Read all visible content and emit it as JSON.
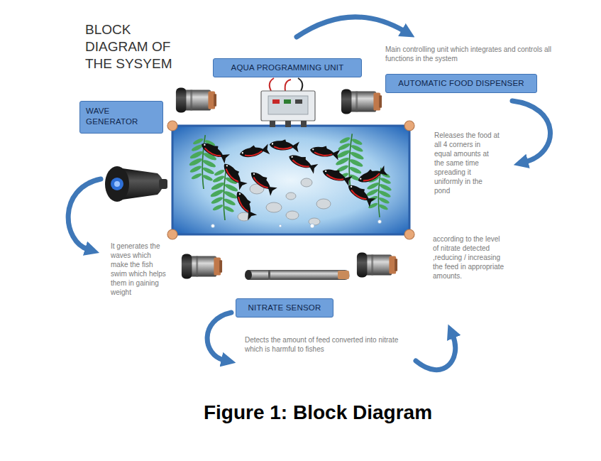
{
  "diagram": {
    "title": "BLOCK DIAGRAM OF THE SYSYEM",
    "caption": "Figure 1: Block Diagram",
    "nodes": [
      {
        "text": [
          "AQUA PROGRAMMING UNIT"
        ]
      },
      {
        "text": [
          "AUTOMATIC FOOD DISPENSER"
        ]
      },
      {
        "text": [
          "WAVE GENERATOR"
        ]
      },
      {
        "text": [
          "NITRATE SENSOR"
        ]
      }
    ],
    "labels": [
      "Main controlling unit which integrates and controls all functions in the system",
      "Releases the food at all 4 corners in equal amounts at the same time spreading it uniformly in the pond",
      "according to the level of nitrate detected ,reducing / increasing the feed in appropriate amounts.",
      "It generates the waves which make the fish swim which helps them in gaining weight",
      "Detects the amount of feed converted into nitrate which is harmful to fishes"
    ]
  }
}
